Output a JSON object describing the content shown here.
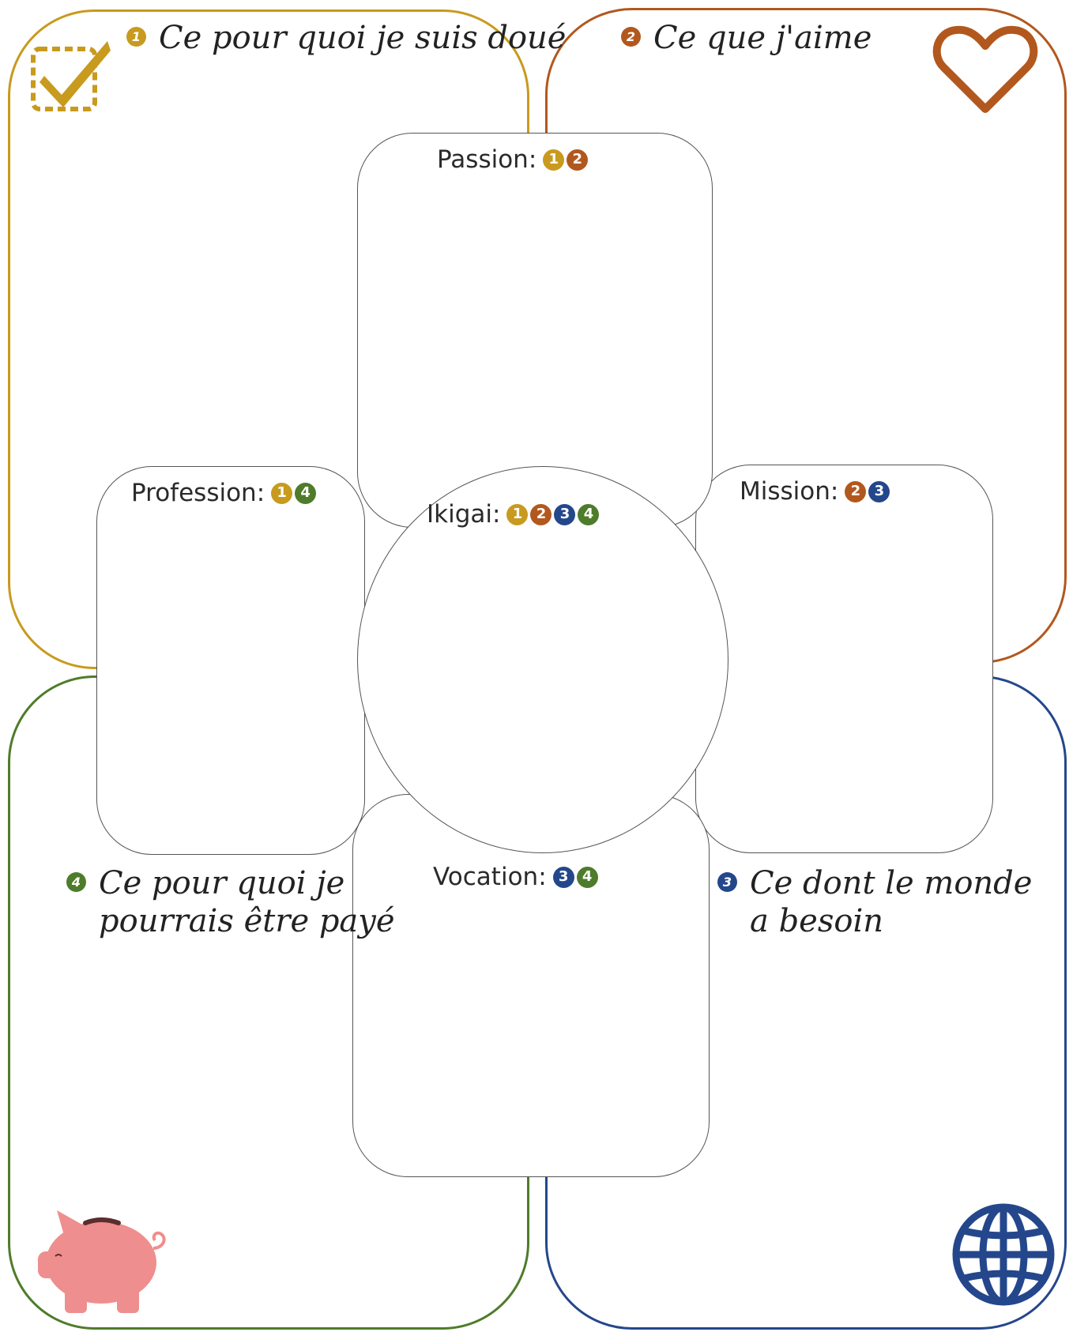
{
  "quadrants": {
    "doue": {
      "number": "1",
      "title": "Ce pour quoi je suis doué",
      "color": "#C89A1E",
      "icon": "checkbox-check-icon"
    },
    "aime": {
      "number": "2",
      "title": "Ce que j'aime",
      "color": "#B2581E",
      "icon": "heart-icon"
    },
    "besoin": {
      "number": "3",
      "title": "Ce dont le monde\na besoin",
      "color": "#24478C",
      "icon": "globe-icon"
    },
    "paye": {
      "number": "4",
      "title": "Ce pour quoi je\npourrais être payé",
      "color": "#4E7C2A",
      "icon": "piggy-bank-icon"
    }
  },
  "zones": {
    "passion": {
      "label": "Passion:",
      "badges": [
        "1",
        "2"
      ]
    },
    "profession": {
      "label": "Profession:",
      "badges": [
        "1",
        "4"
      ]
    },
    "mission": {
      "label": "Mission:",
      "badges": [
        "2",
        "3"
      ]
    },
    "vocation": {
      "label": "Vocation:",
      "badges": [
        "3",
        "4"
      ]
    },
    "ikigai": {
      "label": "Ikigai:",
      "badges": [
        "1",
        "2",
        "3",
        "4"
      ]
    }
  }
}
